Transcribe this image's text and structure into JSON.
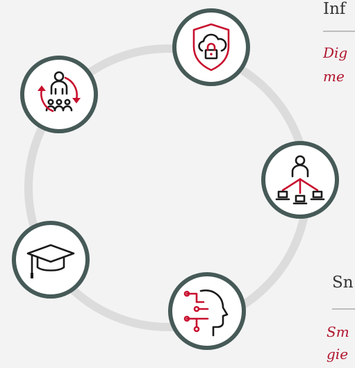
{
  "items": [
    {
      "icon": "team-cycle-icon"
    },
    {
      "icon": "cloud-security-shield-icon",
      "title": "Inf",
      "subtitle_line1": "Dig",
      "subtitle_line2": "me"
    },
    {
      "icon": "user-network-icon"
    },
    {
      "icon": "graduation-cap-icon"
    },
    {
      "icon": "ai-head-circuit-icon",
      "title": "Sn",
      "subtitle_line1": "Sm",
      "subtitle_line2": "gie"
    }
  ],
  "colors": {
    "ring": "#dcdcdc",
    "node_border": "#465a57",
    "accent": "#c8102e",
    "text": "#333333"
  }
}
